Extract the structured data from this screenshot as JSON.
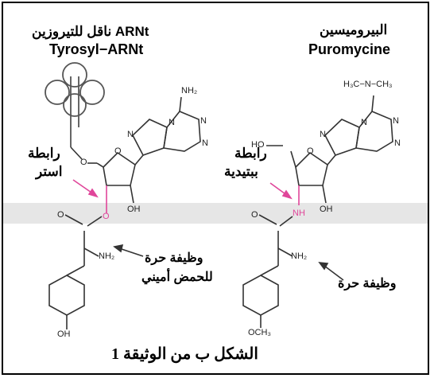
{
  "left_molecule": {
    "title_line1": "ARNt ناقل للتيروزين",
    "title_line2": "Tyrosyl−ARNt",
    "bond_label_line1": "رابطة",
    "bond_label_line2": "استر",
    "function_label_line1": "وظيفة حرة",
    "function_label_line2": "للحمض أميني",
    "atoms": {
      "nh2_top": "NH₂",
      "n1": "N",
      "n2": "N",
      "n3": "N",
      "n4": "N",
      "o_ring": "O",
      "o_link": "O",
      "o_ester": "O",
      "o_carbonyl": "O",
      "oh": "OH",
      "nh2_amino": "NH₂",
      "oh_phenol": "OH"
    }
  },
  "right_molecule": {
    "title_line1": "البيروميسين",
    "title_line2": "Puromycine",
    "bond_label_line1": "رابطة",
    "bond_label_line2": "ببتيدية",
    "function_label_line1": "وظيفة حرة",
    "atoms": {
      "nme2": "H₃C−N−CH₃",
      "n1": "N",
      "n2": "N",
      "n3": "N",
      "n4": "N",
      "o_ring": "O",
      "ho": "HO",
      "nh": "NH",
      "o_carbonyl": "O",
      "oh": "OH",
      "nh2_amino": "NH₂",
      "och3": "OCH₃"
    }
  },
  "caption": "الشكل ب من الوثيقة 1",
  "colors": {
    "highlight_band": "#e6e6e6",
    "bond_pink": "#e0469a",
    "arrow_pink": "#e0469a",
    "line": "#333333"
  }
}
